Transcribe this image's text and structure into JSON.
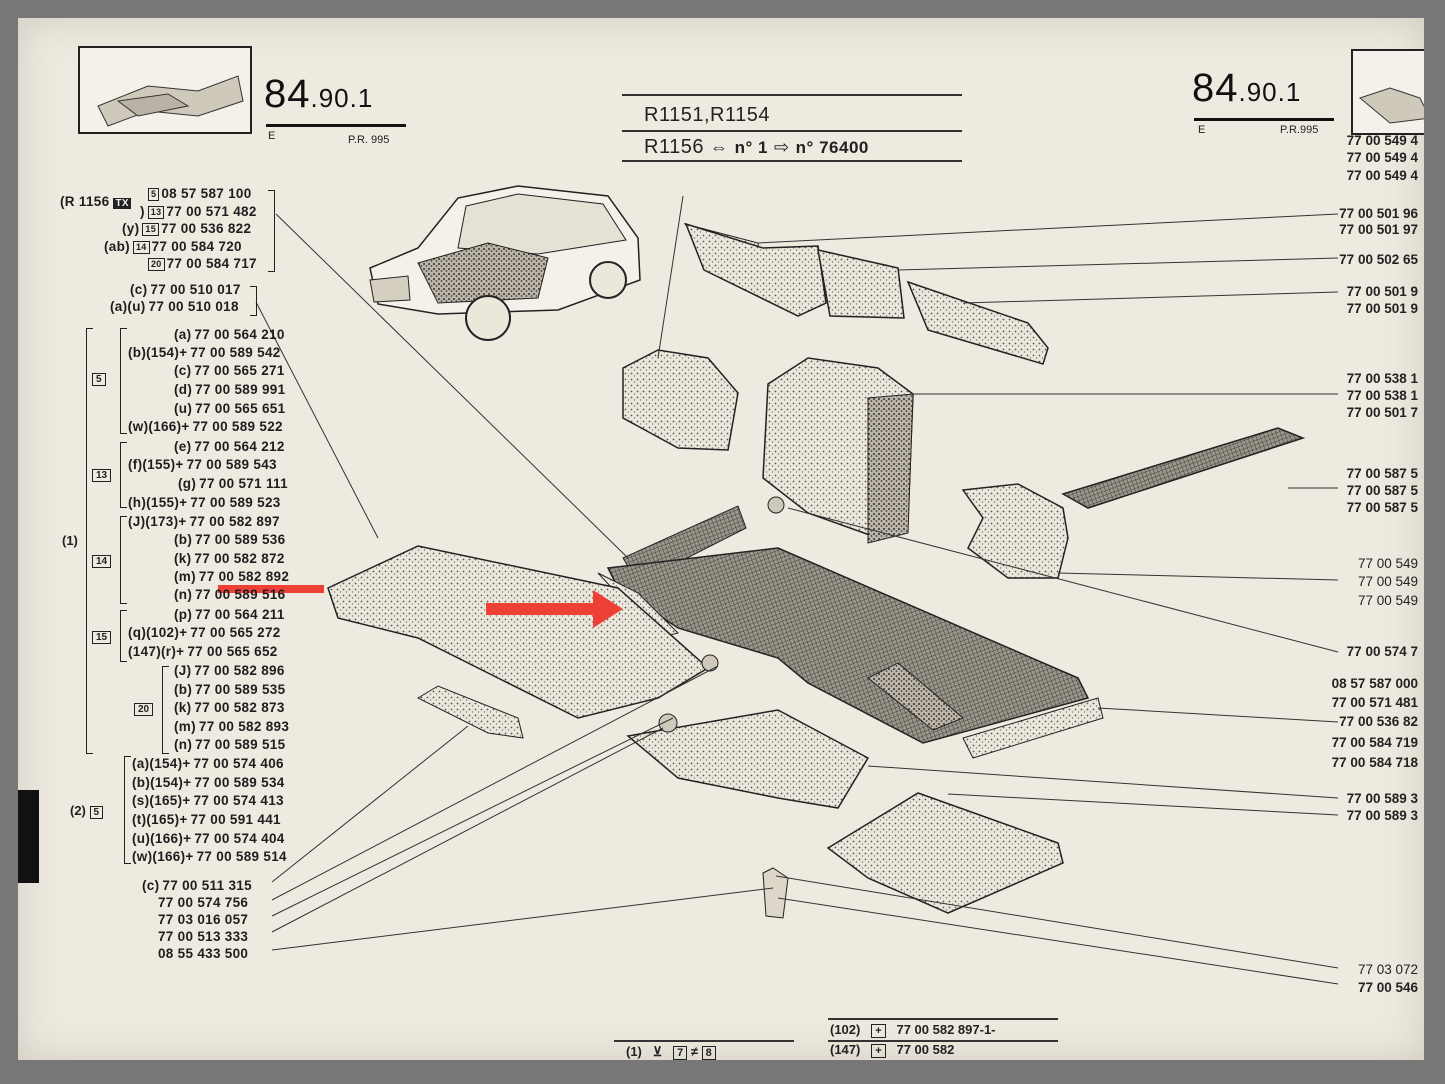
{
  "header_left": {
    "number_main": "84",
    "number_sub": ".90.1",
    "edition": "E",
    "pr": "P.R. 995"
  },
  "header_right": {
    "number_main": "84",
    "number_sub": ".90.1",
    "edition": "E",
    "pr": "P.R.995"
  },
  "models": {
    "line1": "R1151,R1154",
    "line2_model": "R1156",
    "line2_from": "n° 1",
    "line2_to": "n° 76400"
  },
  "left_top_group": {
    "label": "(R 1156",
    "tx_badge": "TX",
    "items": [
      {
        "pre": "",
        "qty": "5",
        "code": "08 57 587 100"
      },
      {
        "pre": ")",
        "qty": "13",
        "code": "77 00 571 482"
      },
      {
        "pre": "(y)",
        "qty": "15",
        "code": "77 00 536 822"
      },
      {
        "pre": "(ab)",
        "qty": "14",
        "code": "77 00 584 720"
      },
      {
        "pre": "",
        "qty": "20",
        "code": "77 00 584 717"
      }
    ]
  },
  "left_pair": [
    {
      "pre": "(c)",
      "code": "77 00 510 017"
    },
    {
      "pre": "(a)(u)",
      "code": "77 00 510 018"
    }
  ],
  "group1": {
    "label": "(1)",
    "sub5": [
      {
        "pre": "(a)",
        "code": "77 00 564 210"
      },
      {
        "pre": "(b)(154)+",
        "code": "77 00 589 542"
      },
      {
        "pre": "(c)",
        "code": "77 00 565 271"
      },
      {
        "pre": "(d)",
        "code": "77 00 589 991"
      },
      {
        "pre": "(u)",
        "code": "77 00 565 651"
      },
      {
        "pre": "(w)(166)+",
        "code": "77 00 589 522"
      }
    ],
    "sub13": [
      {
        "pre": "(e)",
        "code": "77 00 564 212"
      },
      {
        "pre": "(f)(155)+",
        "code": "77 00 589 543"
      },
      {
        "pre": "(g)",
        "code": "77 00 571 111"
      },
      {
        "pre": "(h)(155)+",
        "code": "77 00 589 523"
      }
    ],
    "sub14": [
      {
        "pre": "(J)(173)+",
        "code": "77 00 582 897"
      },
      {
        "pre": "(b)",
        "code": "77 00 589 536"
      },
      {
        "pre": "(k)",
        "code": "77 00 582 872"
      },
      {
        "pre": "(m)",
        "code": "77 00 582 892"
      },
      {
        "pre": "(n)",
        "code": "77 00 589 516"
      }
    ],
    "sub15": [
      {
        "pre": "(p)",
        "code": "77 00 564 211"
      },
      {
        "pre": "(q)(102)+",
        "code": "77 00 565 272"
      },
      {
        "pre": "(147)(r)+",
        "code": "77 00 565 652"
      }
    ],
    "sub20": [
      {
        "pre": "(J)",
        "code": "77 00 582 896"
      },
      {
        "pre": "(b)",
        "code": "77 00 589 535"
      },
      {
        "pre": "(k)",
        "code": "77 00 582 873"
      },
      {
        "pre": "(m)",
        "code": "77 00 582 893"
      },
      {
        "pre": "(n)",
        "code": "77 00 589 515"
      }
    ],
    "qty_labels": {
      "s5": "5",
      "s13": "13",
      "s14": "14",
      "s15": "15",
      "s20": "20"
    }
  },
  "group2": {
    "label": "(2)",
    "qty": "5",
    "items": [
      {
        "pre": "(a)(154)+",
        "code": "77 00 574 406"
      },
      {
        "pre": "(b)(154)+",
        "code": "77 00 589 534"
      },
      {
        "pre": "(s)(165)+",
        "code": "77 00 574 413"
      },
      {
        "pre": "(t)(165)+",
        "code": "77 00 591 441"
      },
      {
        "pre": "(u)(166)+",
        "code": "77 00 574 404"
      },
      {
        "pre": "(w)(166)+",
        "code": "77 00 589 514"
      }
    ]
  },
  "left_bottom": [
    {
      "pre": "(c)",
      "code": "77 00 511 315"
    },
    {
      "pre": "",
      "code": "77 00 574 756"
    },
    {
      "pre": "",
      "code": "77 03 016 057"
    },
    {
      "pre": "",
      "code": "77 00 513 333"
    },
    {
      "pre": "",
      "code": "08 55 433 500"
    }
  ],
  "right_codes": [
    "77 00 549 4",
    "77 00 549 4",
    "77 00 549 4",
    "77 00 501 96",
    "77 00 501 97",
    "77 00 502 65",
    "77 00 501 9",
    "77 00 501 9",
    "77 00 538 1",
    "77 00 538 1",
    "77 00 501 7",
    "77 00 587 5",
    "77 00 587 5",
    "77 00 587 5",
    "77 00 549",
    "77 00 549",
    "77 00 549",
    "77 00 574 7",
    "08 57 587 000",
    "77 00 571 481",
    "77 00 536 82",
    "77 00 584 719",
    "77 00 584 718",
    "77 00 589 3",
    "77 00 589 3",
    "77 03 072",
    "77 00 546"
  ],
  "footer": [
    {
      "ref": "(102)",
      "code": "77 00 582 897-1-"
    },
    {
      "ref": "(147)",
      "code": "77 00 582"
    }
  ],
  "footer_legend": {
    "ref": "(1)",
    "qty": "7",
    "neq": "≠",
    "qty2": "8"
  },
  "colors": {
    "paper": "#eeeae0",
    "ink": "#1e1e1e",
    "arrow": "#ee4035"
  }
}
